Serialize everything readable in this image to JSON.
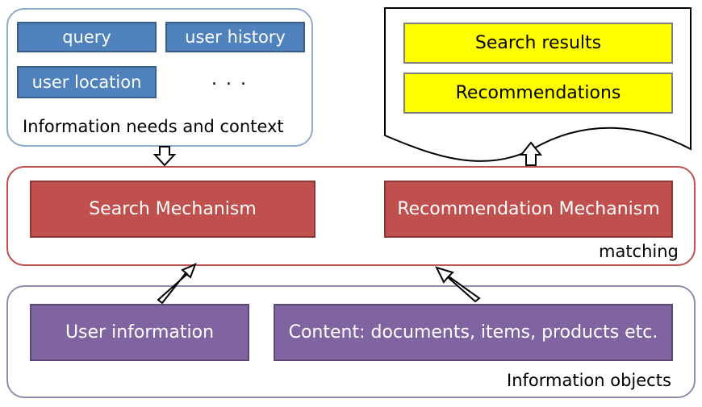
{
  "context": {
    "chips": [
      "query",
      "user history",
      "user location"
    ],
    "ellipsis": ". . .",
    "caption": "Information needs and context"
  },
  "output": {
    "items": [
      "Search results",
      "Recommendations"
    ]
  },
  "matching": {
    "mechanisms": [
      "Search Mechanism",
      "Recommendation Mechanism"
    ],
    "caption": "matching"
  },
  "objects": {
    "items": [
      "User information",
      "Content: documents, items, products etc."
    ],
    "caption": "Information objects"
  },
  "colors": {
    "context_border": "#7f9fbf",
    "matching_border": "#c0504d",
    "objects_border": "#7f7fa6",
    "chip_blue": "#4f81bd",
    "mechanism_red": "#c0504d",
    "object_purple": "#8064a2",
    "result_yellow": "#ffff00"
  }
}
